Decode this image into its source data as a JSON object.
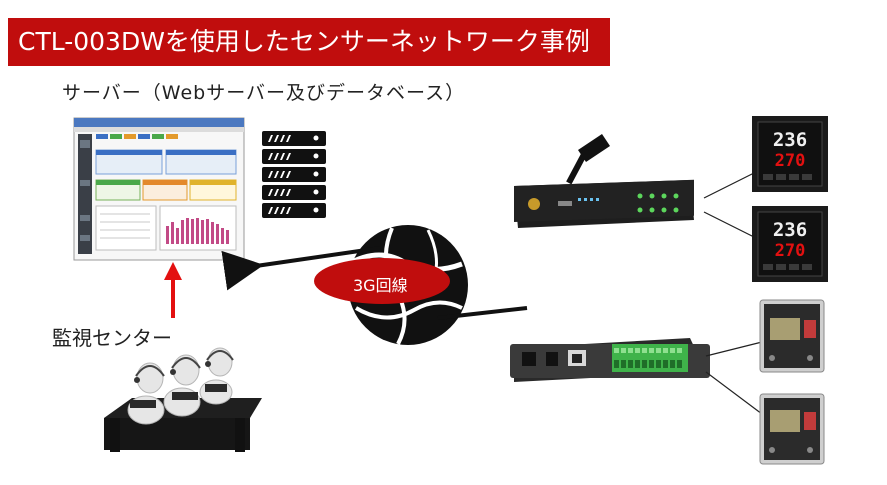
{
  "banner": {
    "title": "CTL-003DWを使用したセンサーネットワーク事例"
  },
  "labels": {
    "server": "サーバー（Webサーバー及びデータベース）",
    "center": "監視センター",
    "line": "3G回線"
  },
  "controller": {
    "top": "236",
    "bottom": "270"
  },
  "colors": {
    "brand": "#c00d0d",
    "controller_red": "#e31010",
    "bar_magenta": "#c24a86"
  }
}
